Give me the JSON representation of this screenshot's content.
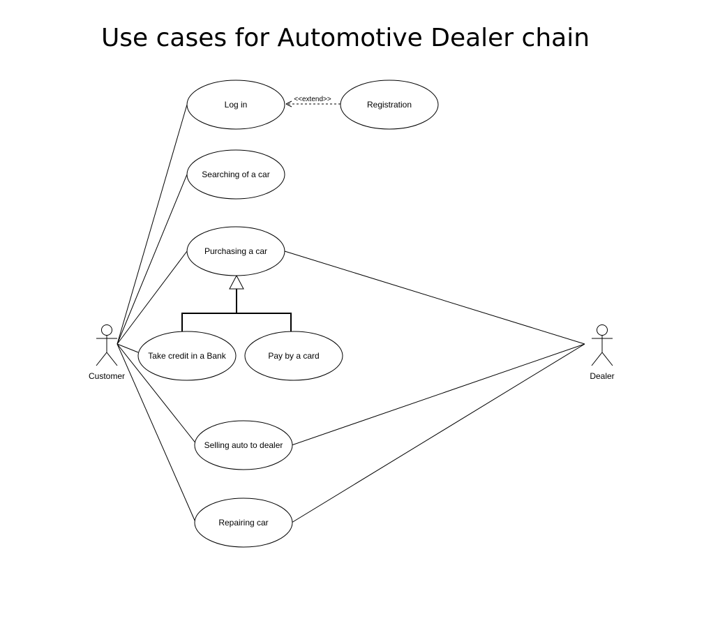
{
  "title": "Use cases for Automotive Dealer chain",
  "colors": {
    "stroke": "#000000",
    "fill": "#ffffff",
    "text": "#000000"
  },
  "actors": [
    {
      "id": "customer",
      "label": "Customer"
    },
    {
      "id": "dealer",
      "label": "Dealer"
    }
  ],
  "use_cases": [
    {
      "id": "login",
      "label": "Log in"
    },
    {
      "id": "registration",
      "label": "Registration"
    },
    {
      "id": "searching",
      "label": "Searching of a car"
    },
    {
      "id": "purchasing",
      "label": "Purchasing a car"
    },
    {
      "id": "credit",
      "label": "Take credit in a Bank"
    },
    {
      "id": "card",
      "label": "Pay by a card"
    },
    {
      "id": "selling",
      "label": "Selling auto to dealer"
    },
    {
      "id": "repairing",
      "label": "Repairing car"
    }
  ],
  "relations": {
    "extend_label": "<<extend>>",
    "extend": {
      "from": "registration",
      "to": "login"
    },
    "generalization": {
      "parent": "purchasing",
      "children": [
        "credit",
        "card"
      ]
    },
    "associations": [
      {
        "actor": "customer",
        "use_case": "login"
      },
      {
        "actor": "customer",
        "use_case": "searching"
      },
      {
        "actor": "customer",
        "use_case": "purchasing"
      },
      {
        "actor": "customer",
        "use_case": "credit"
      },
      {
        "actor": "customer",
        "use_case": "selling"
      },
      {
        "actor": "customer",
        "use_case": "repairing"
      },
      {
        "actor": "dealer",
        "use_case": "purchasing"
      },
      {
        "actor": "dealer",
        "use_case": "selling"
      },
      {
        "actor": "dealer",
        "use_case": "repairing"
      }
    ]
  }
}
